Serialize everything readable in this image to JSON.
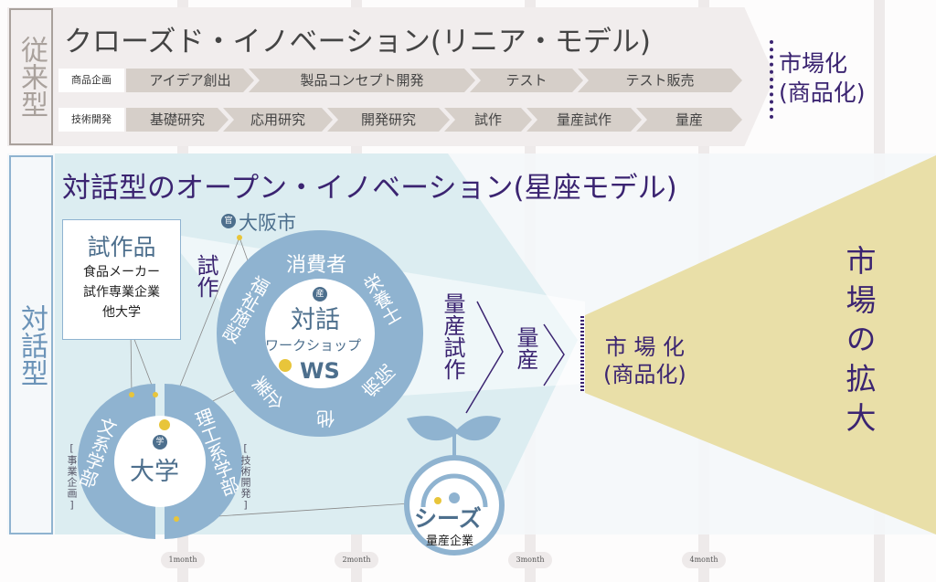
{
  "timeline": [
    "1month",
    "2month",
    "3month",
    "4month"
  ],
  "closed": {
    "side_label": "従来型",
    "title": "クローズド・イノベーション(リニア・モデル)",
    "rows": [
      {
        "label": "商品企画",
        "steps": [
          "アイデア創出",
          "製品コンセプト開発",
          "テスト",
          "テスト販売"
        ]
      },
      {
        "label": "技術開発",
        "steps": [
          "基礎研究",
          "応用研究",
          "開発研究",
          "試作",
          "量産試作",
          "量産"
        ]
      }
    ],
    "market_line1": "市場化",
    "market_line2": "(商品化)"
  },
  "open": {
    "side_label": "対話型",
    "title": "対話型のオープン・イノベーション(星座モデル)",
    "prototype_box": {
      "title": "試作品",
      "lines": [
        "食品メーカー",
        "試作専業企業",
        "他大学"
      ]
    },
    "shisaku": "試作",
    "gov_badge": "官",
    "gov_label": "大阪市",
    "ws": {
      "badge": "産",
      "title": "対話",
      "sub": "ワークショップ",
      "ws": "WS",
      "ring": [
        "消費者",
        "栄養士",
        "病院",
        "他",
        "企業",
        "福祉施設"
      ]
    },
    "univ": {
      "badge": "学",
      "title": "大学",
      "left_ring": "文系学部",
      "right_ring": "理工系学部",
      "left_note": "[事業企画]",
      "right_note": "[技術開発]"
    },
    "mass_trial": "量産試作",
    "mass": "量産",
    "seeds": {
      "title": "シーズ",
      "sub": "量産企業"
    },
    "market_line1": "市 場 化",
    "market_line2": "(商品化)",
    "expansion": "市場の拡大"
  },
  "colors": {
    "blue": "#8fb3d0",
    "teal": "#dcedf1",
    "gold": "#e9dfa8",
    "purple": "#3b2471",
    "yellow": "#e8c53a"
  }
}
